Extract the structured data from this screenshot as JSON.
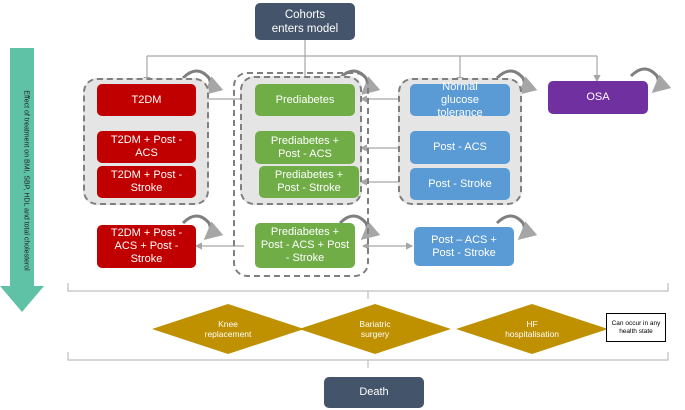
{
  "nodes": {
    "cohort": "Cohorts enters model",
    "t2dm": "T2DM",
    "t2dm_acs": "T2DM + Post - ACS",
    "t2dm_stroke": "T2DM + Post - Stroke",
    "t2dm_acs_stroke": "T2DM + Post - ACS + Post - Stroke",
    "prediabetes": "Prediabetes",
    "pre_acs": "Prediabetes + Post - ACS",
    "pre_stroke": "Prediabetes + Post - Stroke",
    "pre_acs_stroke": "Prediabetes + Post - ACS + Post - Stroke",
    "normal": "Normal glucose tolerance",
    "post_acs": "Post - ACS",
    "post_stroke": "Post - Stroke",
    "post_acs_stroke": "Post – ACS + Post - Stroke",
    "osa": "OSA",
    "death": "Death"
  },
  "events": {
    "knee": "Knee replacement",
    "bariatric": "Bariatric surgery",
    "hf": "HF hospitalisation",
    "note": "Can occur in any health state"
  },
  "side_arrow_label": "Effect of treatment on BMI, SBP, HDL and total cholesterol",
  "colors": {
    "red": "#c00000",
    "green": "#70ad47",
    "blue": "#5b9bd5",
    "purple": "#7030a0",
    "dark": "#44546a",
    "gold": "#bf9000",
    "teal": "#5fc1a6"
  }
}
